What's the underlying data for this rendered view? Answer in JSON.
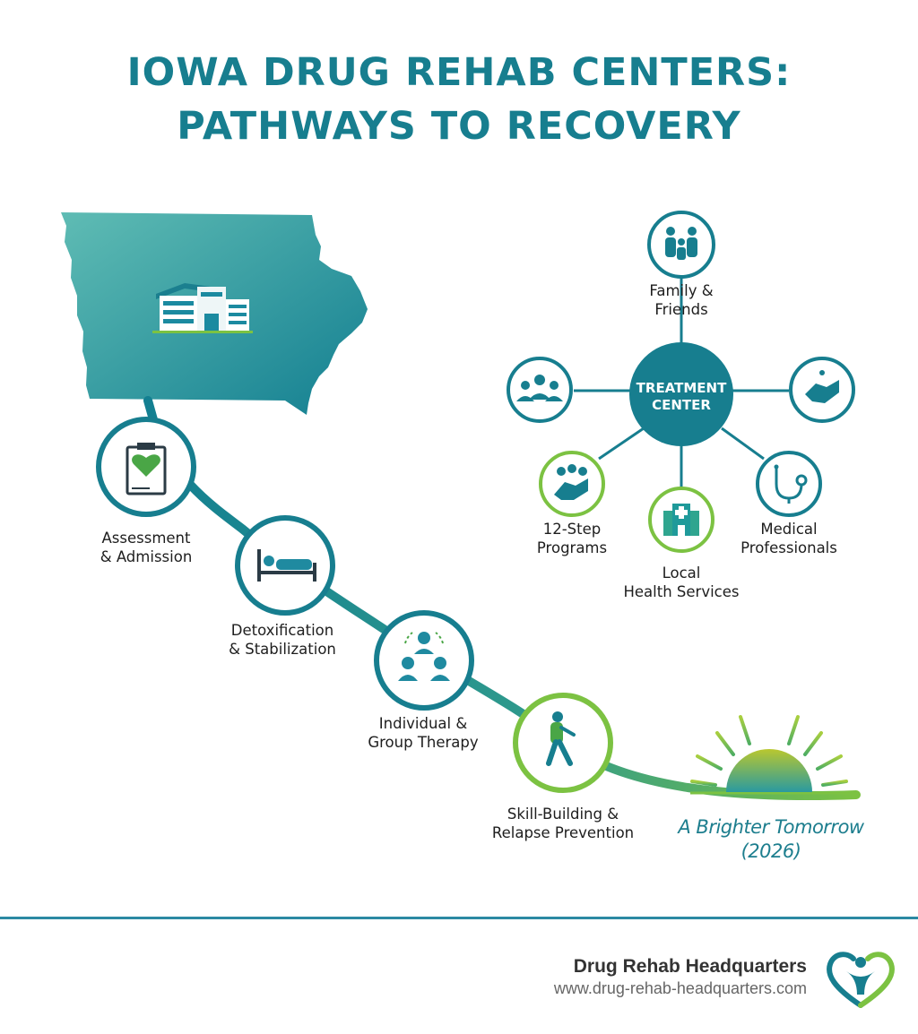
{
  "header": {
    "title_line1": "IOWA DRUG REHAB CENTERS:",
    "title_line2": "PATHWAYS TO RECOVERY"
  },
  "pathway": {
    "steps": [
      {
        "line1": "Assessment",
        "line2": "& Admission",
        "icon": "clipboard-heart-icon"
      },
      {
        "line1": "Detoxification",
        "line2": "& Stabilization",
        "icon": "patient-bed-icon"
      },
      {
        "line1": "Individual &",
        "line2": "Group Therapy",
        "icon": "group-therapy-icon"
      },
      {
        "line1": "Skill-Building &",
        "line2": "Relapse Prevention",
        "icon": "hiker-icon"
      }
    ],
    "destination_line1": "A Brighter Tomorrow",
    "destination_line2": "(2026)"
  },
  "network": {
    "center_line1": "TREATMENT",
    "center_line2": "CENTER",
    "nodes": [
      {
        "line1": "Family &",
        "line2": "Friends",
        "icon": "family-icon"
      },
      {
        "line1": "12-Step",
        "line2": "Programs",
        "icon": "handshake-group-icon"
      },
      {
        "line1": "Local",
        "line2": "Health Services",
        "icon": "hospital-icon"
      },
      {
        "line1": "Medical",
        "line2": "Professionals",
        "icon": "stethoscope-icon"
      }
    ]
  },
  "footer": {
    "brand_name": "Drug Rehab Headquarters",
    "brand_url": "www.drug-rehab-headquarters.com"
  },
  "colors": {
    "teal": "#177e8f",
    "green": "#7cc242",
    "divider": "#2b89a3"
  }
}
